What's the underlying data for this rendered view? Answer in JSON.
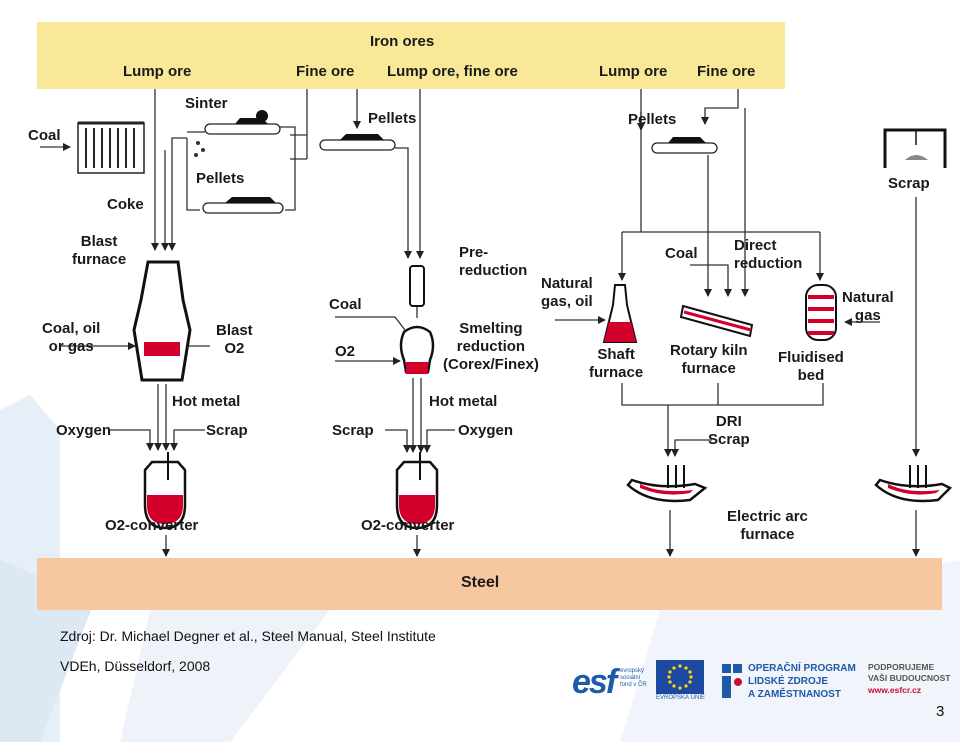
{
  "labels": {
    "iron_ores": "Iron ores",
    "lump_ore_1": "Lump ore",
    "fine_ore_1": "Fine ore",
    "lump_fine_ore": "Lump ore, fine ore",
    "lump_ore_2": "Lump ore",
    "fine_ore_2": "Fine ore",
    "coal_top": "Coal",
    "sinter": "Sinter",
    "pellets_1": "Pellets",
    "pellets_2": "Pellets",
    "pellets_3": "Pellets",
    "coke": "Coke",
    "blast_furnace": "Blast\nfurnace",
    "coal_oil_gas": "Coal, oil\nor gas",
    "blast_o2": "Blast\nO2",
    "pre_reduction": "Pre-\nreduction",
    "coal_mid": "Coal",
    "o2_mid": "O2",
    "smelting_reduction": "Smelting\nreduction\n(Corex/Finex)",
    "natural_gas_oil": "Natural\ngas, oil",
    "coal_right": "Coal",
    "direct_reduction": "Direct\nreduction",
    "natural_gas": "Natural\ngas",
    "shaft_furnace": "Shaft\nfurnace",
    "rotary_kiln_furnace": "Rotary kiln\nfurnace",
    "fluidised_bed": "Fluidised\nbed",
    "scrap_top": "Scrap",
    "hot_metal_1": "Hot metal",
    "hot_metal_2": "Hot metal",
    "oxygen_1": "Oxygen",
    "scrap_1": "Scrap",
    "scrap_2": "Scrap",
    "oxygen_2": "Oxygen",
    "dri_scrap": "DRI\nScrap",
    "o2_converter_1": "O2-converter",
    "o2_converter_2": "O2-converter",
    "electric_arc_furnace": "Electric arc\nfurnace",
    "steel": "Steel"
  },
  "source": {
    "line1": "Zdroj: Dr. Michael Degner et al., Steel Manual, Steel Institute",
    "line2": "VDEh, Düsseldorf, 2008"
  },
  "footer": {
    "esf_big": "esf",
    "esf_small": "evropský\nsociální\nfond v ČR",
    "eu_caption": "EVROPSKÁ UNIE",
    "op_line1": "OPERAČNÍ PROGRAM",
    "op_line2": "LIDSKÉ ZDROJE",
    "op_line3": "A ZAMĚSTNANOST",
    "pod_line1": "PODPORUJEME",
    "pod_line2": "VAŠI BUDOUCNOST",
    "pod_url": "www.esfcr.cz",
    "page_number": "3"
  },
  "colors": {
    "ore_band": "#f9e898",
    "steel_band": "#f7c8a0",
    "melt": "#d2002a",
    "brand_blue": "#1d5aa8"
  }
}
